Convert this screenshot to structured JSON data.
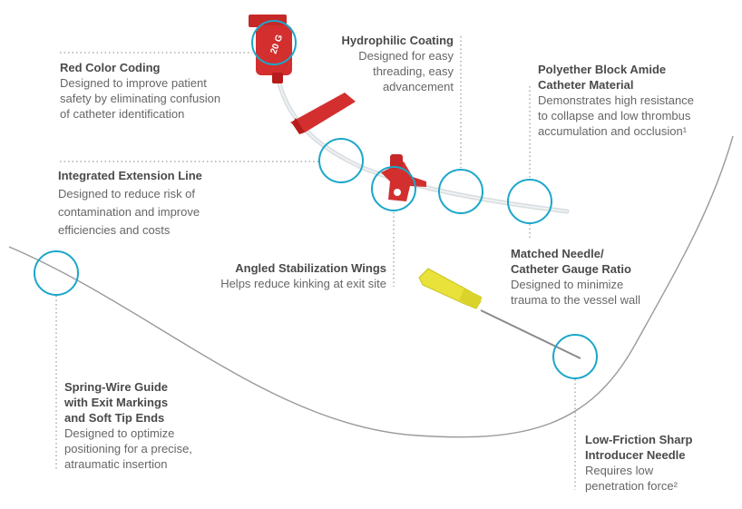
{
  "colors": {
    "accent_circle": "#1ba7c9",
    "catheter_red": "#d32f2f",
    "needle_yellow": "#e8e23a",
    "guide_wire": "#9a9a9a",
    "text_title": "#4a4a4a",
    "text_body": "#666666"
  },
  "hub_label": "20 G",
  "callouts": {
    "red_color": {
      "title": "Red Color Coding",
      "lines": [
        "Designed to improve patient",
        "safety by eliminating confusion",
        "of catheter identification"
      ]
    },
    "hydrophilic": {
      "title": "Hydrophilic Coating",
      "lines": [
        "Designed for easy",
        "threading, easy",
        "advancement"
      ]
    },
    "polyether": {
      "title_lines": [
        "Polyether Block Amide",
        "Catheter Material"
      ],
      "lines": [
        "Demonstrates high resistance",
        "to collapse and low thrombus",
        "accumulation and occlusion¹"
      ]
    },
    "extension": {
      "title": "Integrated Extension Line",
      "lines": [
        "Designed to reduce risk of",
        "contamination and improve",
        "efficiencies and costs"
      ]
    },
    "wings": {
      "title": "Angled Stabilization Wings",
      "lines": [
        "Helps reduce kinking at exit site"
      ]
    },
    "gauge": {
      "title_lines": [
        "Matched Needle/",
        "Catheter Gauge Ratio"
      ],
      "lines": [
        "Designed to minimize",
        "trauma to the vessel wall"
      ]
    },
    "springwire": {
      "title_lines": [
        "Spring-Wire Guide",
        "with Exit Markings",
        "and Soft Tip Ends"
      ],
      "lines": [
        "Designed to optimize",
        "positioning for a precise,",
        "atraumatic insertion"
      ]
    },
    "needle": {
      "title_lines": [
        "Low-Friction Sharp",
        "Introducer Needle"
      ],
      "lines": [
        "Requires low",
        "penetration force²"
      ]
    }
  }
}
